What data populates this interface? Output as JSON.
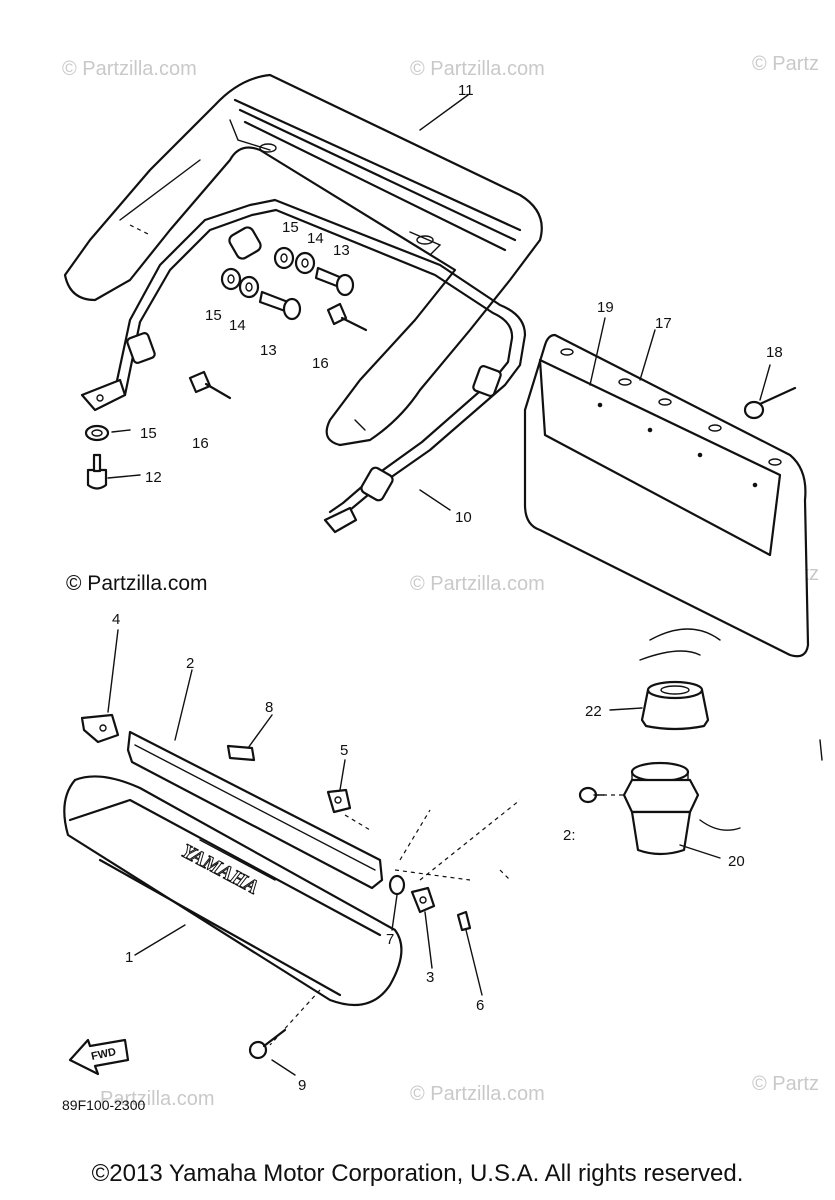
{
  "watermarks": {
    "top_left": "© Partzilla.com",
    "top_center": "© Partzilla.com",
    "top_right": "© Partz",
    "mid_left": "© Partzilla.com",
    "mid_center": "© Partzilla.com",
    "mid_right": "© Partz",
    "bottom_left": "Partzilla.com",
    "bottom_center": "© Partzilla.com",
    "bottom_right": "© Partz"
  },
  "callouts": {
    "c1": "1",
    "c2": "2",
    "c3": "3",
    "c4": "4",
    "c5": "5",
    "c6": "6",
    "c7": "7",
    "c8": "8",
    "c9": "9",
    "c10": "10",
    "c11": "11",
    "c12": "12",
    "c13a": "13",
    "c13b": "13",
    "c14a": "14",
    "c14b": "14",
    "c15a": "15",
    "c15b": "15",
    "c15c": "15",
    "c16a": "16",
    "c16b": "16",
    "c17": "17",
    "c18": "18",
    "c19": "19",
    "c20": "20",
    "c21": "2:",
    "c22": "22"
  },
  "fwd_label": "FWD",
  "brand_text": "YAMAHA",
  "diagram_code": "89F100-2300",
  "copyright": "©2013 Yamaha Motor Corporation, U.S.A. All rights reserved."
}
